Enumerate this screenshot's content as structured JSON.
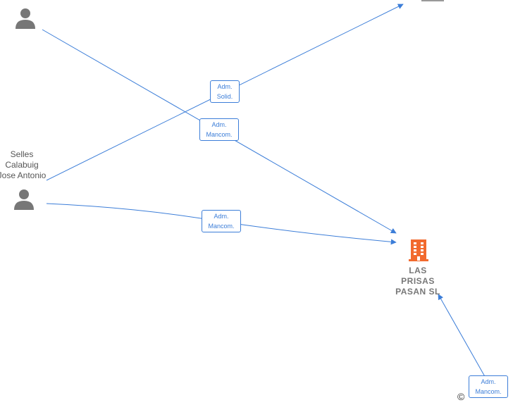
{
  "nodes": {
    "person_top": {
      "label": ""
    },
    "person_selles": {
      "label_lines": [
        "Selles",
        "Calabuig",
        "Jose Antonio"
      ]
    },
    "company": {
      "label_lines": [
        "LAS",
        "PRISAS",
        "PASAN  SL"
      ],
      "color": "#f26a2e"
    }
  },
  "edges": [
    {
      "role_lines": [
        "Adm.",
        "Solid."
      ]
    },
    {
      "role_lines": [
        "Adm.",
        "Mancom."
      ]
    },
    {
      "role_lines": [
        "Adm.",
        "Mancom."
      ]
    },
    {
      "role_lines": [
        "Adm.",
        "Mancom."
      ]
    }
  ],
  "colors": {
    "edge": "#3b7dd8",
    "person_icon": "#777777"
  },
  "footer": {
    "copyright_symbol": "©"
  }
}
